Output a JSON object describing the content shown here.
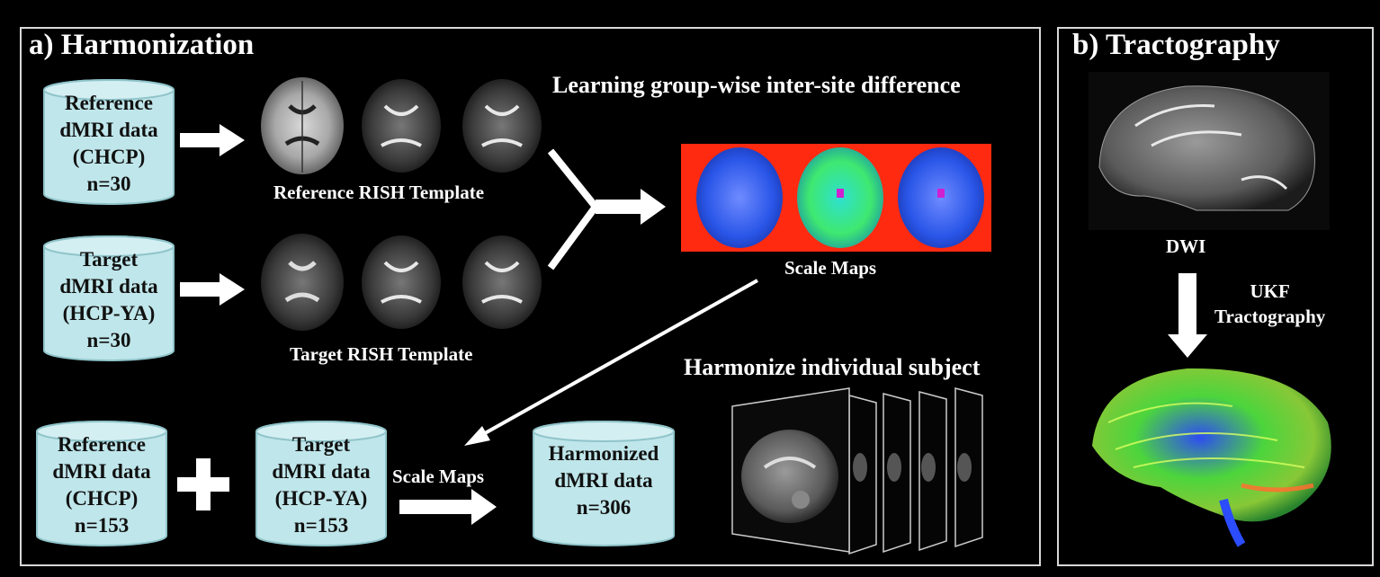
{
  "panel_a": {
    "title": "a)  Harmonization",
    "learning_heading": "Learning group-wise inter-site difference",
    "harmonize_heading": "Harmonize individual subject",
    "reference_cylinder": [
      "Reference",
      "dMRI data",
      "(CHCP)",
      "n=30"
    ],
    "target_cylinder": [
      "Target",
      "dMRI data",
      "(HCP-YA)",
      "n=30"
    ],
    "reference_template_label": "Reference RISH Template",
    "target_template_label": "Target RISH Template",
    "scale_maps_label": "Scale Maps",
    "bottom_reference_cylinder": [
      "Reference",
      "dMRI data",
      "(CHCP)",
      "n=153"
    ],
    "bottom_target_cylinder": [
      "Target",
      "dMRI data",
      "(HCP-YA)",
      "n=153"
    ],
    "bottom_scale_maps_label": "Scale Maps",
    "harmonized_cylinder": [
      "Harmonized",
      "dMRI data",
      "n=306"
    ]
  },
  "panel_b": {
    "title": "b)  Tractography",
    "dwi_label": "DWI",
    "ukf_label": [
      "UKF",
      "Tractography"
    ]
  },
  "colors": {
    "cylinder_fill": "#bfe6ea",
    "cylinder_edge": "#8fc4ca",
    "scale_map_background": "#ff2a10",
    "arrow": "#ffffff"
  }
}
